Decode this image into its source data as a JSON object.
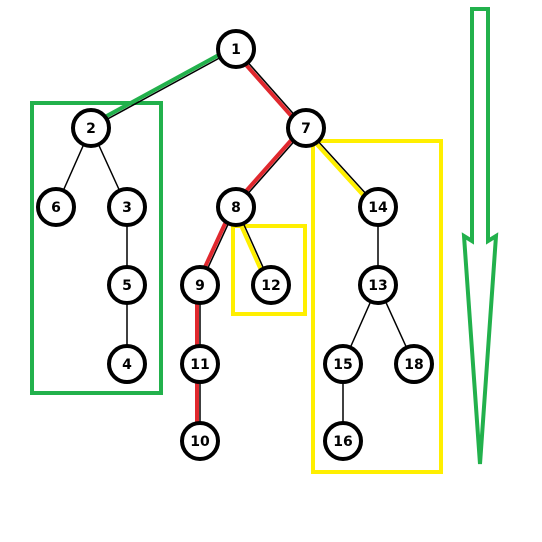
{
  "colors": {
    "edge": "#000000",
    "node_stroke": "#000000",
    "node_fill": "#ffffff",
    "red": "#e0282e",
    "green": "#22b14c",
    "yellow": "#ffef00",
    "background": "#ffffff"
  },
  "tree": {
    "nodes": [
      {
        "id": "1",
        "label": "1"
      },
      {
        "id": "2",
        "label": "2"
      },
      {
        "id": "7",
        "label": "7"
      },
      {
        "id": "6",
        "label": "6"
      },
      {
        "id": "3",
        "label": "3"
      },
      {
        "id": "5",
        "label": "5"
      },
      {
        "id": "4",
        "label": "4"
      },
      {
        "id": "8",
        "label": "8"
      },
      {
        "id": "14",
        "label": "14"
      },
      {
        "id": "9",
        "label": "9"
      },
      {
        "id": "12",
        "label": "12"
      },
      {
        "id": "11",
        "label": "11"
      },
      {
        "id": "10",
        "label": "10"
      },
      {
        "id": "13",
        "label": "13"
      },
      {
        "id": "15",
        "label": "15"
      },
      {
        "id": "18",
        "label": "18"
      },
      {
        "id": "16",
        "label": "16"
      }
    ],
    "edges": [
      {
        "from": "1",
        "to": "2",
        "highlight": "green"
      },
      {
        "from": "1",
        "to": "7",
        "highlight": "red"
      },
      {
        "from": "2",
        "to": "6",
        "highlight": "none"
      },
      {
        "from": "2",
        "to": "3",
        "highlight": "none"
      },
      {
        "from": "3",
        "to": "5",
        "highlight": "none"
      },
      {
        "from": "5",
        "to": "4",
        "highlight": "none"
      },
      {
        "from": "7",
        "to": "8",
        "highlight": "red"
      },
      {
        "from": "7",
        "to": "14",
        "highlight": "yellow"
      },
      {
        "from": "8",
        "to": "9",
        "highlight": "red"
      },
      {
        "from": "8",
        "to": "12",
        "highlight": "yellow"
      },
      {
        "from": "9",
        "to": "11",
        "highlight": "red"
      },
      {
        "from": "11",
        "to": "10",
        "highlight": "red"
      },
      {
        "from": "14",
        "to": "13",
        "highlight": "none"
      },
      {
        "from": "13",
        "to": "15",
        "highlight": "none"
      },
      {
        "from": "13",
        "to": "18",
        "highlight": "none"
      },
      {
        "from": "15",
        "to": "16",
        "highlight": "none"
      }
    ]
  },
  "groups": [
    {
      "id": "left-subtree",
      "color": "green",
      "members": [
        "2",
        "6",
        "3",
        "5",
        "4"
      ]
    },
    {
      "id": "node-12",
      "color": "yellow",
      "members": [
        "12"
      ]
    },
    {
      "id": "right-subtree",
      "color": "yellow",
      "members": [
        "14",
        "13",
        "15",
        "18",
        "16"
      ]
    }
  ],
  "arrow": {
    "direction": "down",
    "color": "green"
  }
}
